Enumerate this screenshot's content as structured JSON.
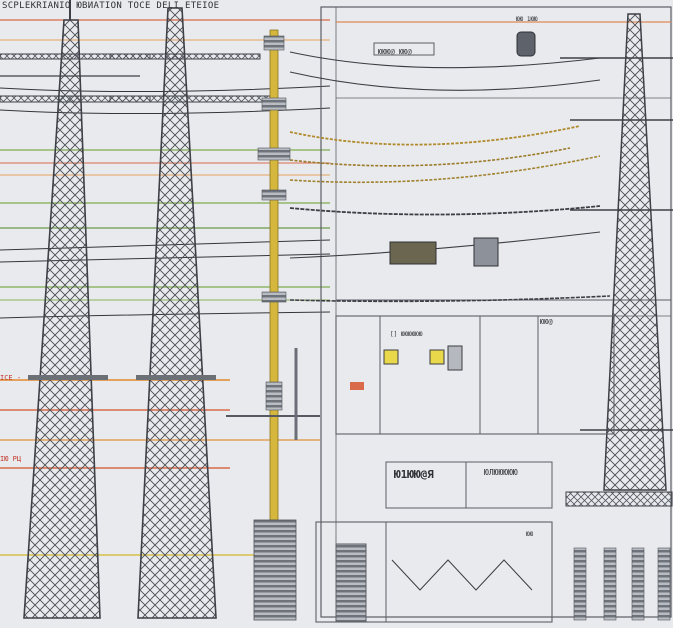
{
  "header": {
    "text": "SCPLEKRIANIO ЮВИАTION TOCE DELI ETEIOE"
  },
  "labels": {
    "box_a": "ЮЮЮ@ ЮЮ@",
    "panel_top": "Ю1ЮЮ@Я",
    "panel_top_right": "ЮЛЮЮЮЮЮ",
    "switch_title": "[] ЮЮЮЮЮЮ",
    "switch_right": "ЮЮ@",
    "top_right_small": "ЮЮ 1ЮЮ",
    "left_red_a": "ICE -",
    "left_red_b": "IЮ PЦ",
    "lower_right_small": "ЮЮ"
  },
  "colors": {
    "background": "#e9eaed",
    "lattice": "#4a4d54",
    "wire_green": "#7fae4e",
    "wire_red": "#d96a4a",
    "wire_orange": "#e3a15b",
    "wire_yellow": "#d8c04a",
    "pole_yellow": "#d4b73c",
    "insulator": "#8e939b",
    "panel_line": "#5b5f66"
  }
}
